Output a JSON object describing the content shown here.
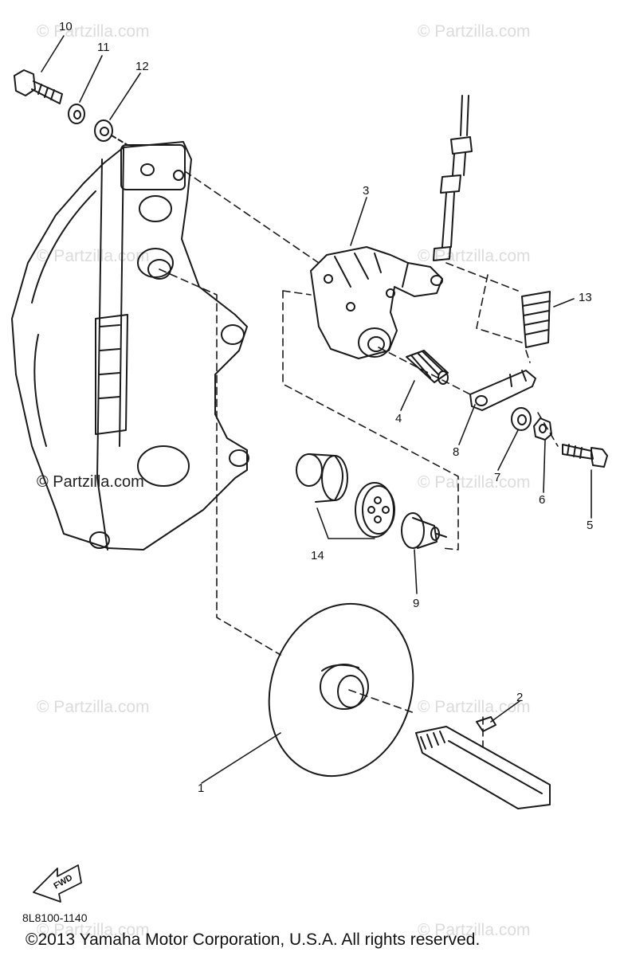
{
  "watermark": "© Partzilla.com",
  "diagram_code": "8L8100-1140",
  "copyright": "©2013 Yamaha Motor Corporation, U.S.A. All rights reserved.",
  "find_arrow_label": "FWD",
  "callouts": [
    "1",
    "2",
    "3",
    "4",
    "5",
    "6",
    "7",
    "8",
    "9",
    "10",
    "11",
    "12",
    "13",
    "14"
  ],
  "line_color": "#1a1a1a"
}
